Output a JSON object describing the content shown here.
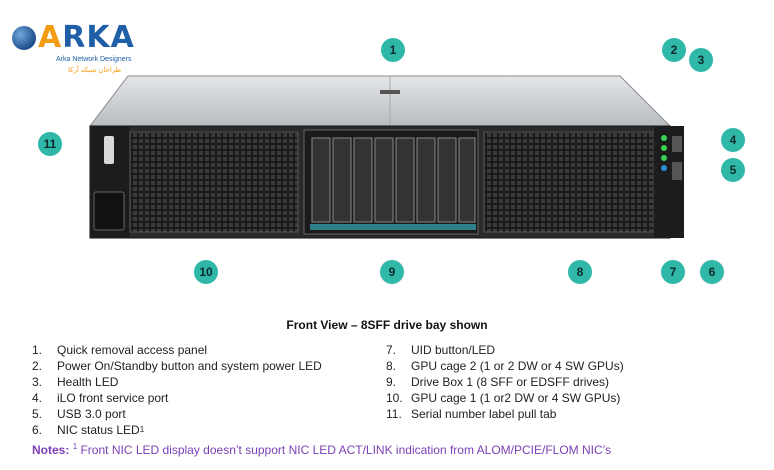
{
  "logo": {
    "brand_first": "A",
    "brand_rest": "RKA",
    "tagline": "Arka Network Designers",
    "tagline_fa": "طراحان شبکه آرکا"
  },
  "callouts": [
    "1",
    "2",
    "3",
    "4",
    "5",
    "6",
    "7",
    "8",
    "9",
    "10",
    "11"
  ],
  "caption": "Front View – 8SFF drive bay shown",
  "legend_left": [
    {
      "num": "1.",
      "text": "Quick removal access panel"
    },
    {
      "num": "2.",
      "text": "Power On/Standby button and system power LED"
    },
    {
      "num": "3.",
      "text": "Health LED"
    },
    {
      "num": "4.",
      "text": "iLO front service port"
    },
    {
      "num": "5.",
      "text": "USB 3.0 port"
    },
    {
      "num": "6.",
      "text": "NIC status LED",
      "sup": "1"
    }
  ],
  "legend_right": [
    {
      "num": "7.",
      "text": "UID button/LED"
    },
    {
      "num": "8.",
      "text": "GPU cage 2 (1 or 2 DW or 4 SW GPUs)"
    },
    {
      "num": "9.",
      "text": "Drive Box 1 (8 SFF or EDSFF drives)"
    },
    {
      "num": "10.",
      "text": "GPU cage 1 (1 or2 DW or 4 SW GPUs)"
    },
    {
      "num": "11.",
      "text": "Serial number label pull tab"
    }
  ],
  "notes": {
    "label": "Notes:",
    "sup": "1",
    "text": " Front NIC LED display doesn’t support NIC LED ACT/LINK indication from ALOM/PCIE/FLOM NIC’s"
  }
}
